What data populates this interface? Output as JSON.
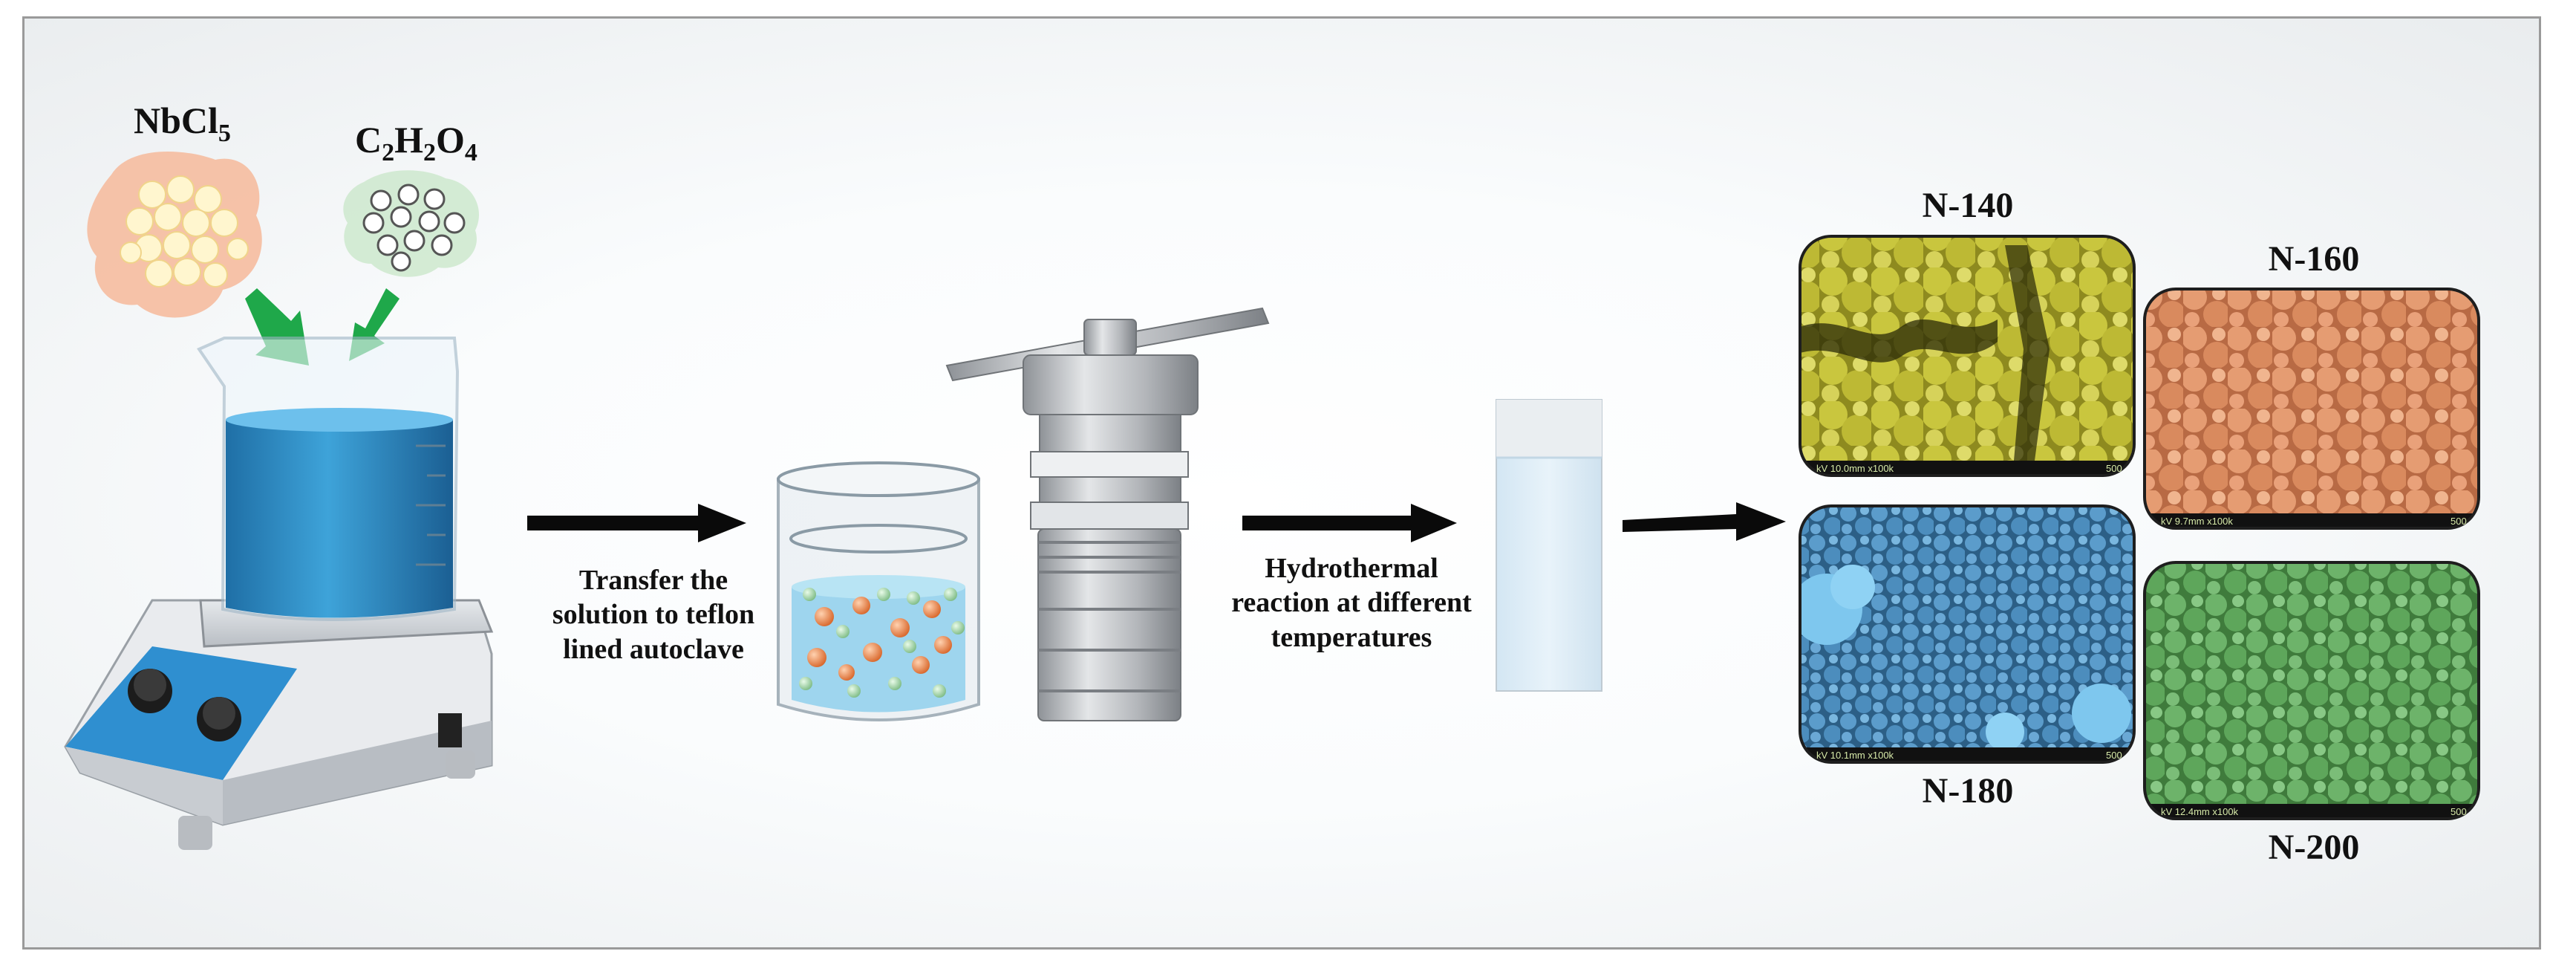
{
  "reagents": {
    "nbcl5": {
      "base": "NbCl",
      "sub": "5"
    },
    "oxalic": {
      "c": "C",
      "c_sub": "2",
      "h": "H",
      "h_sub": "2",
      "o": "O",
      "o_sub": "4"
    }
  },
  "steps": {
    "transfer": {
      "line1": "Transfer the",
      "line2": "solution to teflon",
      "line3": "lined autoclave"
    },
    "hydrothermal": {
      "line1": "Hydrothermal",
      "line2": "reaction at different",
      "line3": "temperatures"
    }
  },
  "samples": {
    "n140": {
      "label": "N-140",
      "caption": "kV 10.0mm x100k",
      "scale": "500",
      "color": "#c8c43c"
    },
    "n160": {
      "label": "N-160",
      "caption": "kV 9.7mm x100k",
      "scale": "500",
      "color": "#d9875a"
    },
    "n180": {
      "label": "N-180",
      "caption": "kV 10.1mm x100k",
      "scale": "500",
      "color": "#4f8fbf"
    },
    "n200": {
      "label": "N-200",
      "caption": "kV 12.4mm x100k",
      "scale": "500",
      "color": "#5fa55c"
    }
  },
  "colors": {
    "arrow": "#0a0a0a",
    "solution": "#2f8fc8",
    "nb_particle": "#e07a3d",
    "oxalic_particle": "#9cd0a2",
    "green_arrow": "#1fa84a"
  }
}
